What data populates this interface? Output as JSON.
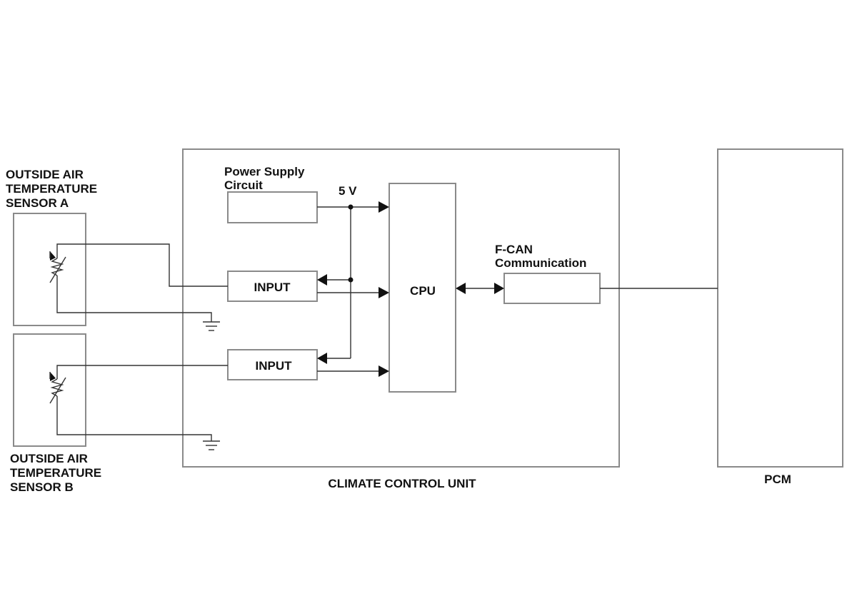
{
  "sensor_a": {
    "lines": [
      "OUTSIDE AIR",
      "TEMPERATURE",
      "SENSOR A"
    ]
  },
  "sensor_b": {
    "lines": [
      "OUTSIDE AIR",
      "TEMPERATURE",
      "SENSOR B"
    ]
  },
  "power_supply": {
    "lines": [
      "Power Supply",
      "Circuit"
    ]
  },
  "voltage_label": "5 V",
  "input_a_label": "INPUT",
  "input_b_label": "INPUT",
  "cpu_label": "CPU",
  "fcan": {
    "lines": [
      "F-CAN",
      "Communication"
    ]
  },
  "climate_unit_label": "CLIMATE CONTROL UNIT",
  "pcm_label": "PCM",
  "colors": {
    "box_stroke": "#8a8a8a",
    "wire": "#333333",
    "text": "#111111"
  }
}
